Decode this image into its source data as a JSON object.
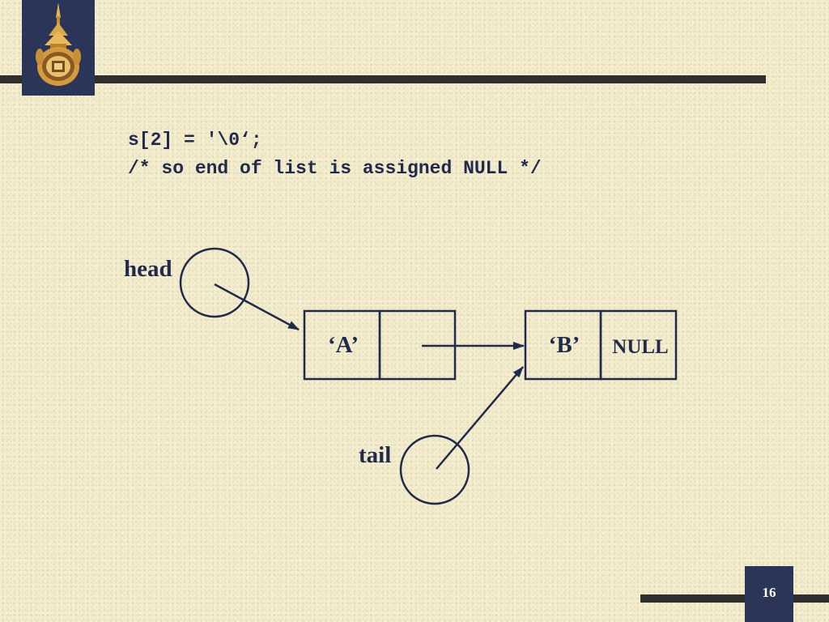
{
  "slide": {
    "code_lines": [
      "s[2] = '\\0‘;",
      "/* so end of list is assigned NULL */"
    ],
    "page_number": "16"
  },
  "diagram": {
    "head_label": "head",
    "tail_label": "tail",
    "nodes": [
      {
        "value": "‘A’",
        "next": ""
      },
      {
        "value": "‘B’",
        "next": "NULL"
      }
    ]
  },
  "colors": {
    "background": "#f3edce",
    "ink": "#1f2a4d",
    "header_block": "#2b3557",
    "rule": "#2e2e2e",
    "logo_gold": "#d9a94a"
  },
  "icons": {
    "logo": "university-seal-icon"
  }
}
